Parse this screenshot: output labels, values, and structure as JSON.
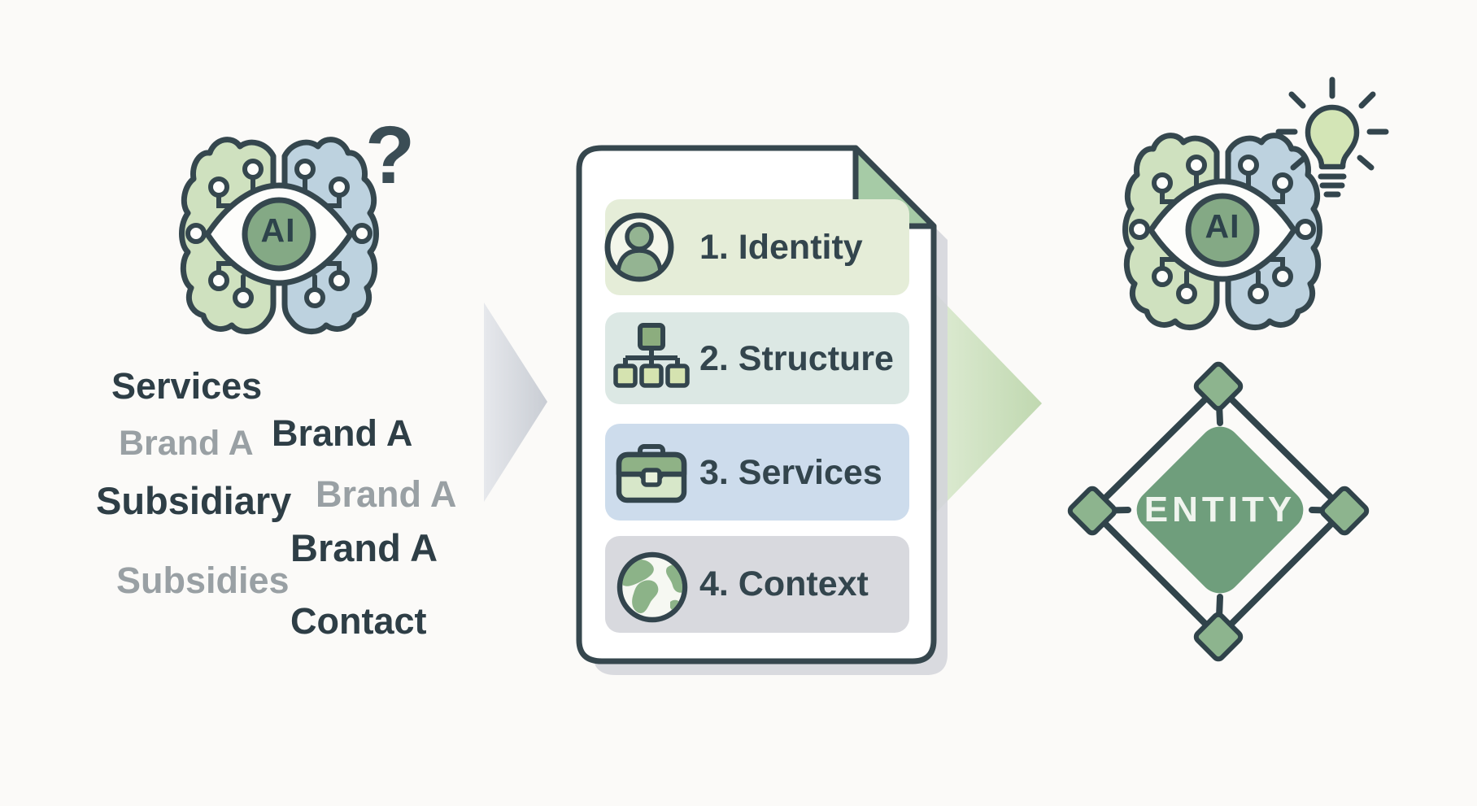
{
  "left_group": {
    "brain_ai_label": "AI",
    "question_mark": "?",
    "terms": [
      {
        "text": "Services",
        "tone": "dark"
      },
      {
        "text": "Brand A",
        "tone": "gray"
      },
      {
        "text": "Brand A",
        "tone": "dark"
      },
      {
        "text": "Subsidiary",
        "tone": "dark"
      },
      {
        "text": "Brand A",
        "tone": "gray"
      },
      {
        "text": "Brand A",
        "tone": "dark"
      },
      {
        "text": "Subsidies",
        "tone": "gray"
      },
      {
        "text": "Contact",
        "tone": "dark"
      }
    ]
  },
  "document_card": {
    "items": [
      {
        "text": "1. Identity",
        "icon": "person-icon"
      },
      {
        "text": "2. Structure",
        "icon": "org-chart-icon"
      },
      {
        "text": "3. Services",
        "icon": "briefcase-icon"
      },
      {
        "text": "4. Context",
        "icon": "globe-icon"
      }
    ]
  },
  "right_group": {
    "brain_ai_label": "AI",
    "entity_label": "ENTITY"
  },
  "colors": {
    "background": "#fbfaf8",
    "outline_dark": "#35474e",
    "text_dark": "#2e3e46",
    "text_gray": "#99a0a4",
    "brain_left_half": "#cfe1bf",
    "brain_right_half": "#bdd2df",
    "ai_circle": "#84a985",
    "row_identity": "#e5edd8",
    "row_structure": "#dce8e4",
    "row_services": "#cddcec",
    "row_context": "#d8d9de",
    "folded_corner": "#a6cba6",
    "entity_diamond": "#6f9e7c",
    "corner_diamonds": "#8db48e",
    "bulb_green": "#d3e5b6",
    "arrow_gray": "#d3d6db",
    "arrow_green": "#cfe2c0"
  }
}
